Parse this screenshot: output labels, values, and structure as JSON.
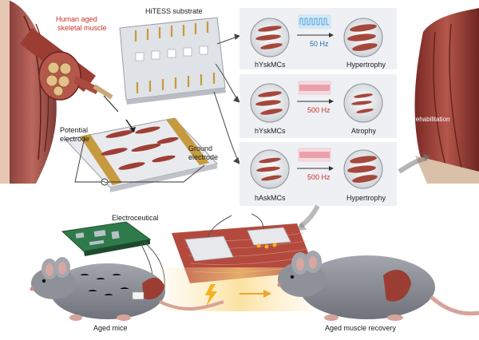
{
  "labels": {
    "human_muscle": [
      "Human aged",
      "skeletal muscle"
    ],
    "substrate": "HiTESS substrate",
    "potential_electrode": [
      "Potential",
      "electrode"
    ],
    "ground_electrode": [
      "Ground",
      "electrode"
    ],
    "rehabilitation": "Rehabilitation",
    "electroceutical": "Electroceutical",
    "aged_mice": "Aged mice",
    "recovery": "Aged muscle recovery"
  },
  "panels": [
    {
      "cell_label": "hYskMCs",
      "frequency": "50 Hz",
      "outcome": "Hypertrophy"
    },
    {
      "cell_label": "hYskMCs",
      "frequency": "500 Hz",
      "outcome": "Atrophy"
    },
    {
      "cell_label": "hAskMCs",
      "frequency": "500 Hz",
      "outcome": "Hypertrophy"
    }
  ],
  "colors": {
    "muscle": "#a8453a",
    "tendon": "#d9b98a",
    "panel_bg": "#eef0f3",
    "signal_blue": "#4aa3d8",
    "signal_red": "#d7364a",
    "accent_red": "#c8322b",
    "freq_blue": "#2b6aa8",
    "mouse": "#8d8f96",
    "lightning": "#f5b21e"
  }
}
